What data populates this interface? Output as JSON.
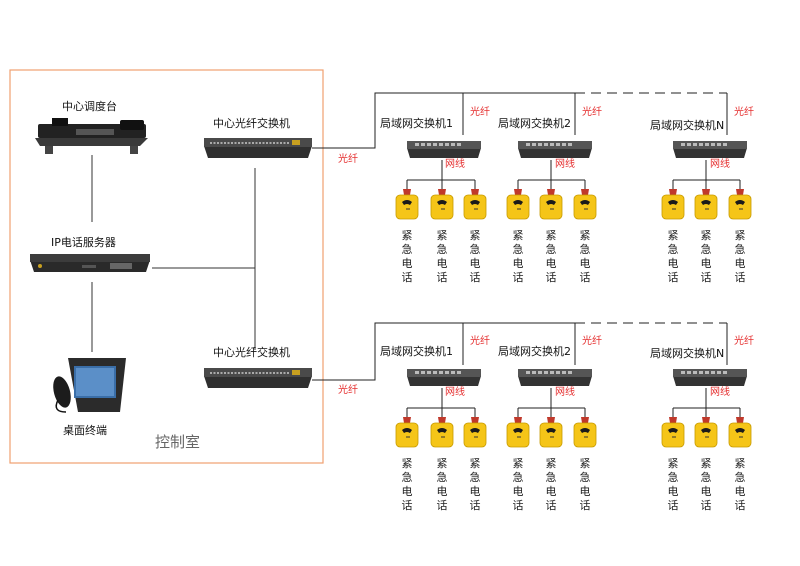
{
  "control_room": {
    "label": "控制室",
    "border_color": "#f0a070"
  },
  "devices": {
    "dispatch_console": "中心调度台",
    "ip_phone_server": "IP电话服务器",
    "desktop_terminal": "桌面终端",
    "core_switch_top": "中心光纤交换机",
    "core_switch_bottom": "中心光纤交换机"
  },
  "link_labels": {
    "fiber": "光纤",
    "ethernet": "网线"
  },
  "lan_switches": {
    "top": [
      "局域网交换机1",
      "局域网交换机2",
      "局域网交换机N"
    ],
    "bottom": [
      "局域网交换机1",
      "局域网交换机2",
      "局域网交换机N"
    ]
  },
  "emergency_phone_label": "紧急电话",
  "colors": {
    "fiber_text": "#e53030",
    "phone_body": "#f5c518",
    "line": "#222222"
  }
}
